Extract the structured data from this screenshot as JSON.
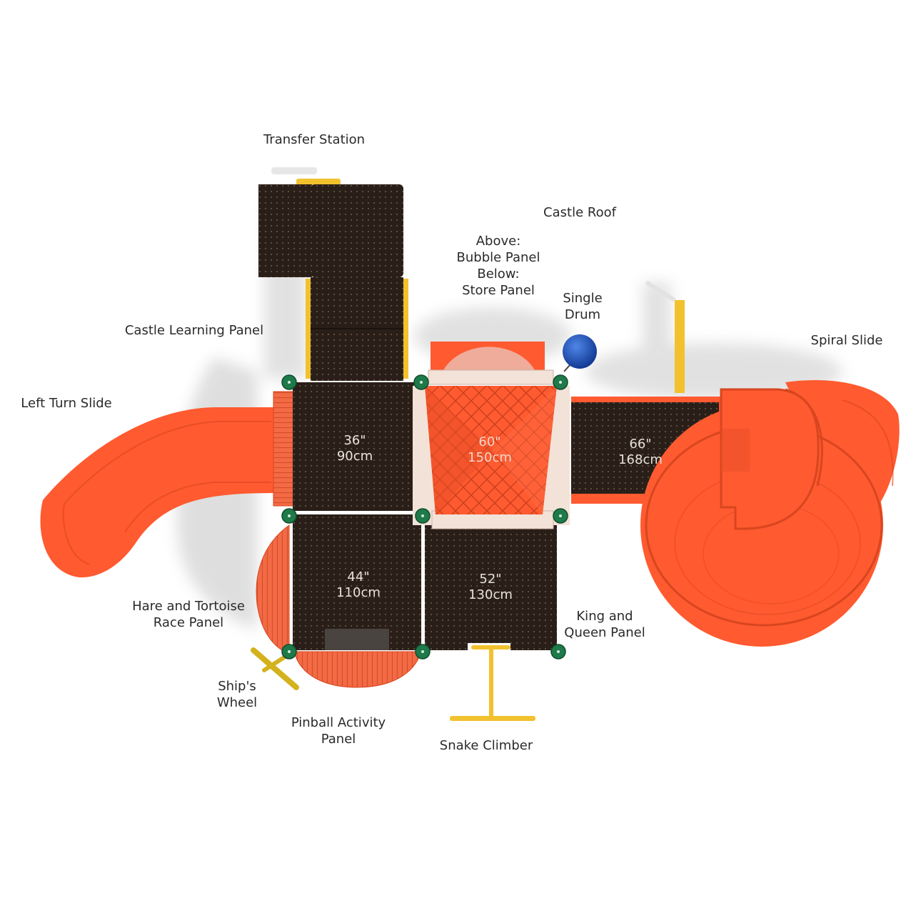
{
  "diagram": {
    "type": "playground-top-view",
    "colors": {
      "deck": "#2a1f18",
      "slide": "#ff5a30",
      "rail": "#f2c12e",
      "post_cap": "#1f7a4a",
      "drum": "#1a4fb5",
      "panel_trim": "#f3e2d8",
      "background": "#ffffff"
    },
    "labels": [
      {
        "id": "transfer-station",
        "lines": [
          "Transfer Station"
        ]
      },
      {
        "id": "castle-roof",
        "lines": [
          "Castle Roof"
        ]
      },
      {
        "id": "bubble-store-panel",
        "lines": [
          "Above:",
          "Bubble Panel",
          "Below:",
          "Store Panel"
        ]
      },
      {
        "id": "single-drum",
        "lines": [
          "Single",
          "Drum"
        ]
      },
      {
        "id": "castle-learning-panel",
        "lines": [
          "Castle Learning Panel"
        ]
      },
      {
        "id": "spiral-slide",
        "lines": [
          "Spiral Slide"
        ]
      },
      {
        "id": "left-turn-slide",
        "lines": [
          "Left Turn Slide"
        ]
      },
      {
        "id": "hare-tortoise-panel",
        "lines": [
          "Hare and Tortoise",
          "Race Panel"
        ]
      },
      {
        "id": "king-queen-panel",
        "lines": [
          "King and",
          "Queen Panel"
        ]
      },
      {
        "id": "ships-wheel",
        "lines": [
          "Ship's",
          "Wheel"
        ]
      },
      {
        "id": "pinball-panel",
        "lines": [
          "Pinball Activity",
          "Panel"
        ]
      },
      {
        "id": "snake-climber",
        "lines": [
          "Snake Climber"
        ]
      }
    ],
    "deck_heights": [
      {
        "id": "deck-36",
        "imperial": "36\"",
        "metric": "90cm"
      },
      {
        "id": "deck-60",
        "imperial": "60\"",
        "metric": "150cm"
      },
      {
        "id": "deck-66",
        "imperial": "66\"",
        "metric": "168cm"
      },
      {
        "id": "deck-44",
        "imperial": "44\"",
        "metric": "110cm"
      },
      {
        "id": "deck-52",
        "imperial": "52\"",
        "metric": "130cm"
      }
    ]
  }
}
